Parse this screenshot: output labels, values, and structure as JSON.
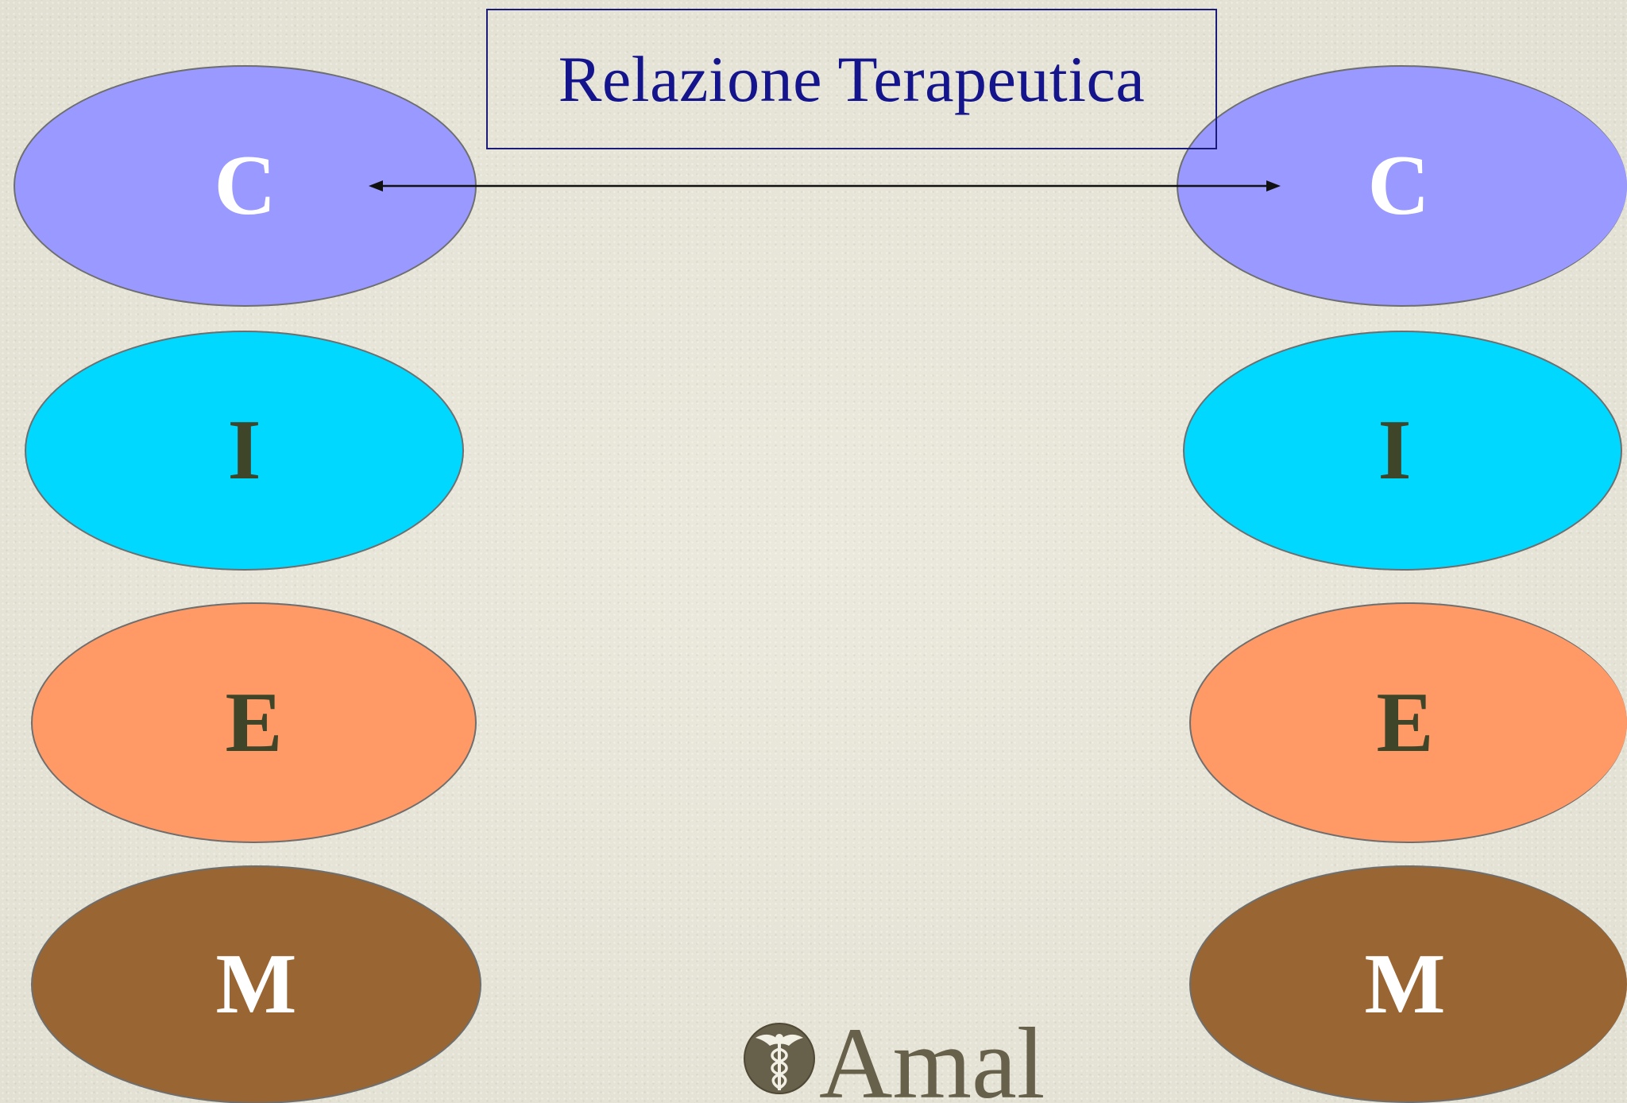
{
  "title": "Relazione Terapeutica",
  "colors": {
    "background": "#e7e5d8",
    "title_text": "#14148c",
    "title_border": "#1b1b7a",
    "oval_c": "#9999ff",
    "oval_i": "#00d8ff",
    "oval_e": "#ff9966",
    "oval_m": "#996633",
    "letter_light": "#ffffff",
    "letter_dark": "#3f4529",
    "arrow": "#111111"
  },
  "left_column": [
    {
      "id": "c",
      "letter": "C"
    },
    {
      "id": "i",
      "letter": "I"
    },
    {
      "id": "e",
      "letter": "E"
    },
    {
      "id": "m",
      "letter": "M"
    }
  ],
  "right_column": [
    {
      "id": "c",
      "letter": "C"
    },
    {
      "id": "i",
      "letter": "I"
    },
    {
      "id": "e",
      "letter": "E"
    },
    {
      "id": "m",
      "letter": "M"
    }
  ],
  "connector": {
    "type": "double-arrow",
    "from": "left C",
    "to": "right C"
  },
  "logo": {
    "text": "Amal",
    "icon": "caduceus-icon"
  }
}
